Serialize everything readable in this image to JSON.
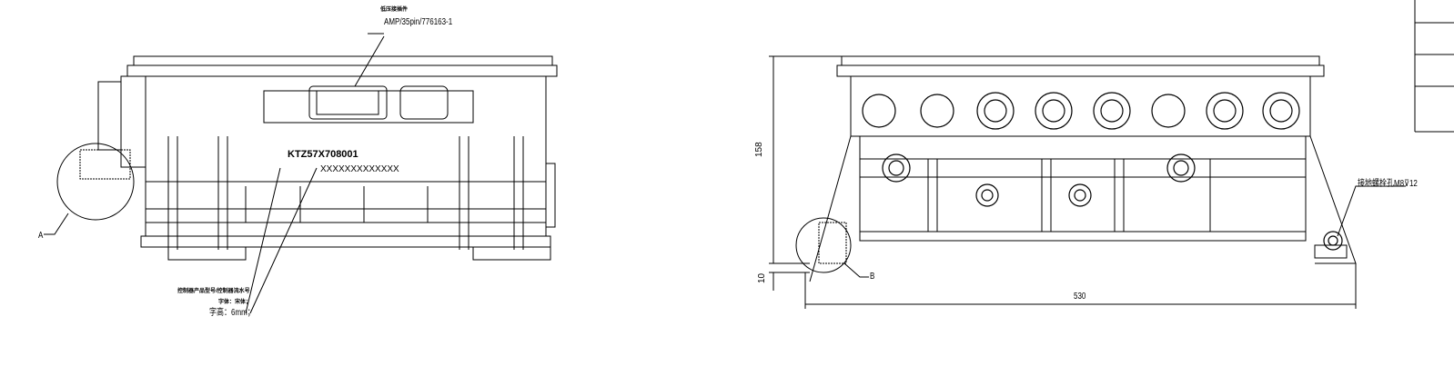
{
  "left_view": {
    "connector_title": "低压接插件",
    "connector_spec": "AMP/35pin/776163-1",
    "model_number": "KTZ57X708001",
    "serial_number": "XXXXXXXXXXXXX",
    "label_note_title": "控制器产品型号/控制器流水号",
    "label_font": "字体：宋体；",
    "label_height": "字高：6mm；",
    "detail_a": "A"
  },
  "right_view": {
    "dim_height": "158",
    "dim_base": "10",
    "dim_width": "530",
    "detail_b": "B",
    "ground_hole_note": "接地螺栓孔M8⊽12"
  }
}
